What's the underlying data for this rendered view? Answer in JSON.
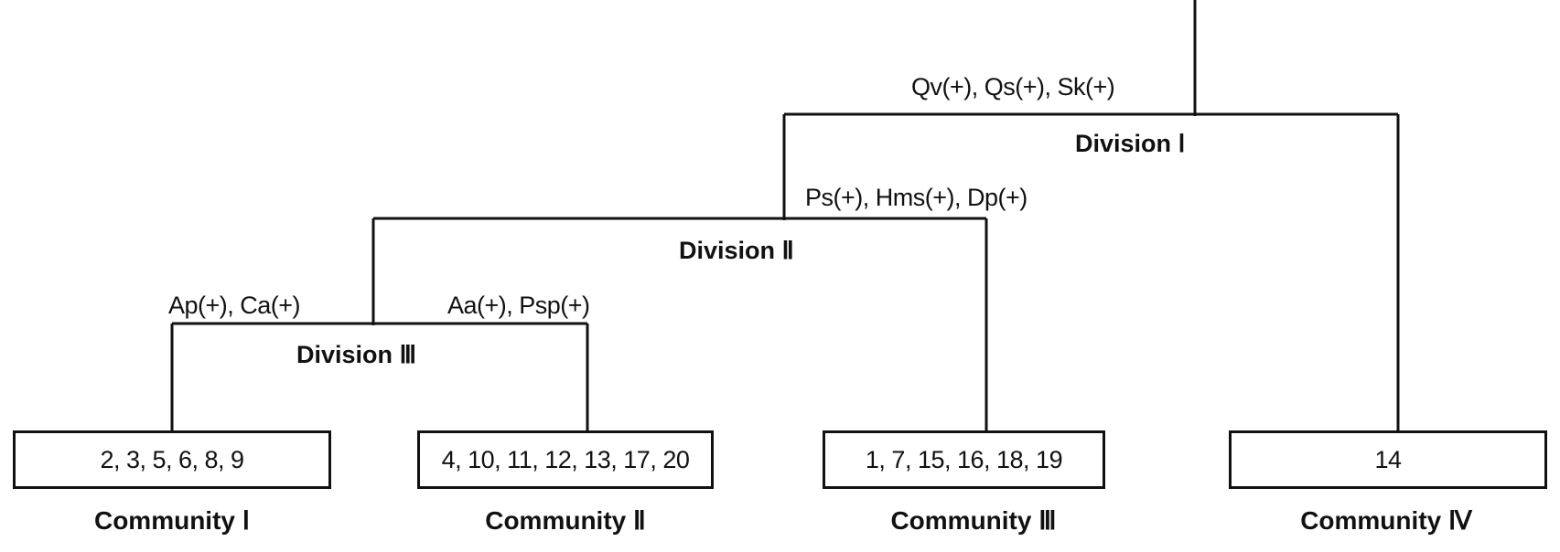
{
  "divisions": [
    {
      "title": "Division Ⅰ",
      "indicators": "Qv(+), Qs(+), Sk(+)"
    },
    {
      "title": "Division Ⅱ",
      "indicators": "Ps(+), Hms(+), Dp(+)"
    },
    {
      "title": "Division Ⅲ",
      "indicators_left": "Ap(+), Ca(+)",
      "indicators_right": "Aa(+), Psp(+)"
    }
  ],
  "communities": [
    {
      "name": "Community Ⅰ",
      "members": "2, 3, 5, 6, 8, 9"
    },
    {
      "name": "Community Ⅱ",
      "members": "4, 10, 11, 12, 13, 17, 20"
    },
    {
      "name": "Community Ⅲ",
      "members": "1, 7, 15, 16, 18, 19"
    },
    {
      "name": "Community Ⅳ",
      "members": "14"
    }
  ]
}
